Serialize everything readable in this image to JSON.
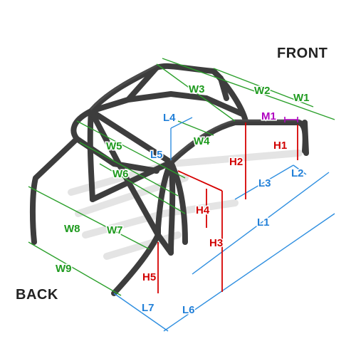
{
  "corner_labels": {
    "front": "FRONT",
    "back": "BACK"
  },
  "dimensions": {
    "W1": "W1",
    "W2": "W2",
    "W3": "W3",
    "W4": "W4",
    "W5": "W5",
    "W6": "W6",
    "W7": "W7",
    "W8": "W8",
    "W9": "W9",
    "L1": "L1",
    "L2": "L2",
    "L3": "L3",
    "L4": "L4",
    "L5": "L5",
    "L6": "L6",
    "L7": "L7",
    "H1": "H1",
    "H2": "H2",
    "H3": "H3",
    "H4": "H4",
    "H5": "H5",
    "M1": "M1"
  },
  "colors": {
    "width_dims": "#2ca02c",
    "length_dims": "#2f8fe0",
    "height_dims": "#d60000",
    "misc_dims": "#b000c0",
    "tube": "#3d3d3d"
  }
}
